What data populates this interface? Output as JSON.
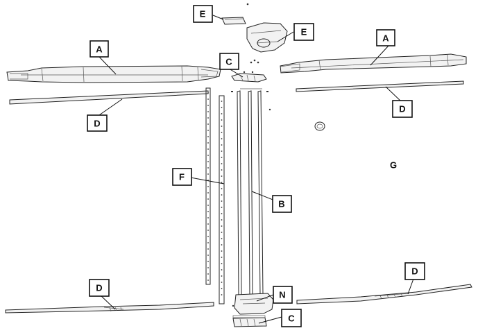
{
  "diagram": {
    "callouts": [
      {
        "id": "callout-a-left",
        "letter": "A"
      },
      {
        "id": "callout-a-right",
        "letter": "A"
      },
      {
        "id": "callout-b",
        "letter": "B"
      },
      {
        "id": "callout-c-top",
        "letter": "C"
      },
      {
        "id": "callout-c-bottom",
        "letter": "C"
      },
      {
        "id": "callout-d-upper-left",
        "letter": "D"
      },
      {
        "id": "callout-d-upper-right",
        "letter": "D"
      },
      {
        "id": "callout-d-lower-left",
        "letter": "D"
      },
      {
        "id": "callout-d-lower-right",
        "letter": "D"
      },
      {
        "id": "callout-e-left",
        "letter": "E"
      },
      {
        "id": "callout-e-right",
        "letter": "E"
      },
      {
        "id": "callout-f",
        "letter": "F"
      },
      {
        "id": "callout-g",
        "letter": "G"
      },
      {
        "id": "callout-n",
        "letter": "N"
      }
    ]
  }
}
